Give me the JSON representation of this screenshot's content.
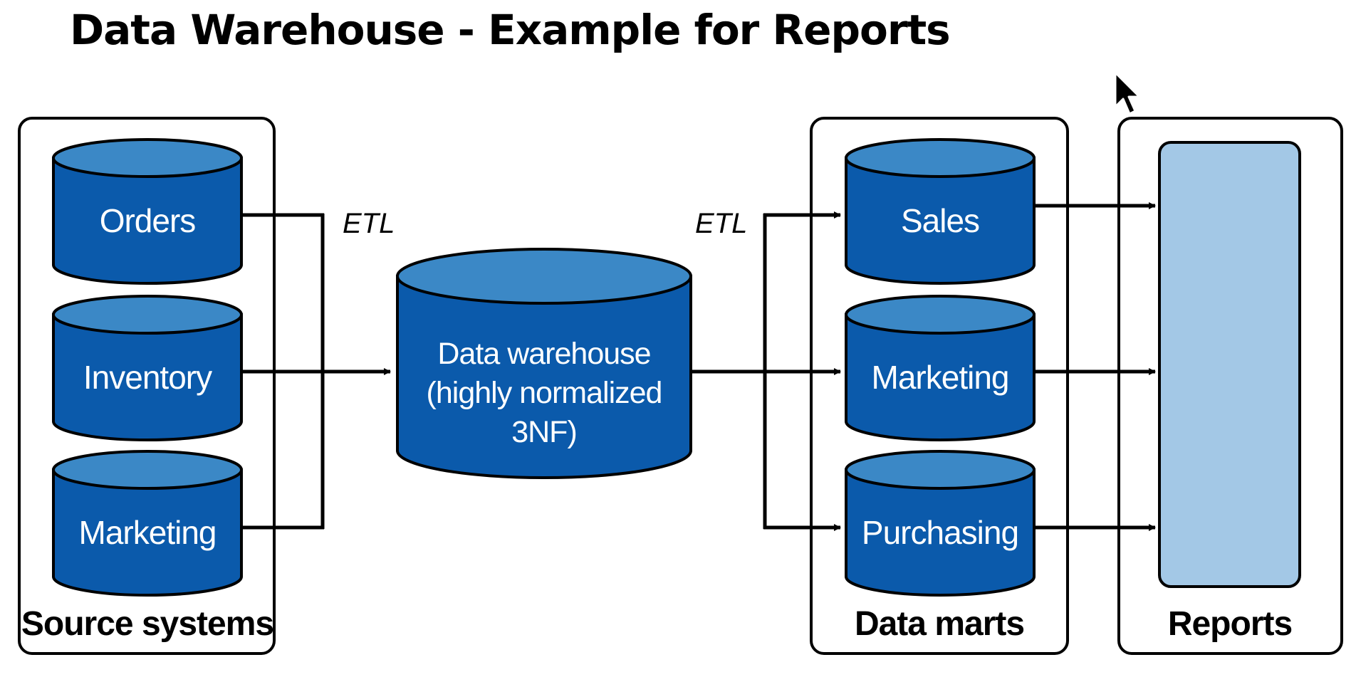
{
  "title": "Data Warehouse - Example for Reports",
  "colors": {
    "db_body": "#0b5aab",
    "db_top": "#3b88c6",
    "report_fill": "#a3c8e6",
    "line": "#000000"
  },
  "source_systems": {
    "label": "Source systems",
    "items": [
      "Orders",
      "Inventory",
      "Marketing"
    ]
  },
  "etl_labels": [
    "ETL",
    "ETL"
  ],
  "data_warehouse": {
    "lines": [
      "Data warehouse",
      "(highly normalized",
      "3NF)"
    ]
  },
  "data_marts": {
    "label": "Data marts",
    "items": [
      "Sales",
      "Marketing",
      "Purchasing"
    ]
  },
  "reports": {
    "label": "Reports"
  },
  "icons": [
    "mouse-cursor-icon"
  ]
}
